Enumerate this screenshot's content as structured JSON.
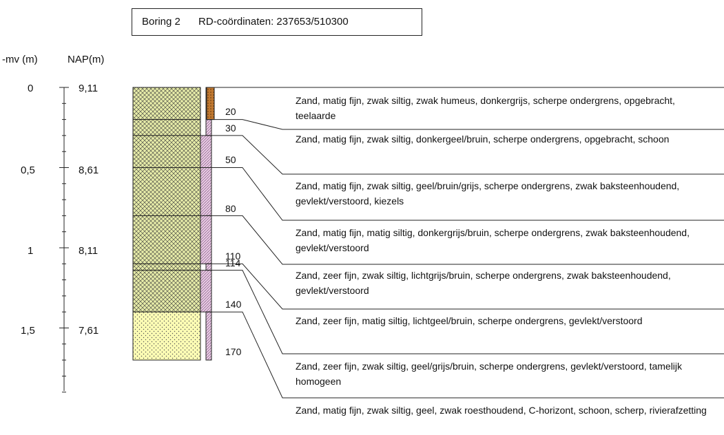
{
  "header": {
    "boring": "Boring 2",
    "coordinates": "RD-coördinaten: 237653/510300"
  },
  "axis": {
    "mv_header": "-mv (m)",
    "nap_header": "NAP(m)",
    "mv_ticks": [
      "0",
      "0,5",
      "1",
      "1,5"
    ],
    "nap_ticks": [
      "9,11",
      "8,61",
      "8,11",
      "7,61"
    ]
  },
  "layers": [
    {
      "bottom_cm": "20",
      "description": "Zand, matig fijn, zwak siltig, zwak humeus, donkergrijs, scherpe ondergrens, opgebracht, teelaarde"
    },
    {
      "bottom_cm": "30",
      "description": "Zand, matig fijn, zwak siltig, donkergeel/bruin, scherpe ondergrens, opgebracht, schoon"
    },
    {
      "bottom_cm": "50",
      "description": "Zand, matig fijn, zwak siltig, geel/bruin/grijs, scherpe ondergrens, zwak baksteenhoudend, gevlekt/verstoord, kiezels"
    },
    {
      "bottom_cm": "80",
      "description": "Zand, matig fijn, matig siltig, donkergrijs/bruin, scherpe ondergrens, zwak baksteenhoudend, gevlekt/verstoord"
    },
    {
      "bottom_cm": "110",
      "description": "Zand, zeer fijn, zwak siltig, lichtgrijs/bruin, scherpe ondergrens, zwak baksteenhoudend, gevlekt/verstoord"
    },
    {
      "bottom_cm": "114",
      "description": "Zand, zeer fijn, matig siltig, lichtgeel/bruin, scherpe ondergrens, gevlekt/verstoord"
    },
    {
      "bottom_cm": "140",
      "description": "Zand, zeer fijn, zwak siltig, geel/grijs/bruin, scherpe ondergrens, gevlekt/verstoord, tamelijk homogeen"
    },
    {
      "bottom_cm": "170",
      "description": "Zand, matig fijn, zwak siltig, geel, zwak roesthoudend, C-horizont, schoon, scherp, rivierafzetting"
    }
  ],
  "colors": {
    "hatch_fill": "#e6eba8",
    "dotted_fill": "#fbfbb4",
    "humus_fill": "#c07830",
    "silt_fill": "#e9c9e4",
    "line": "#222222"
  }
}
